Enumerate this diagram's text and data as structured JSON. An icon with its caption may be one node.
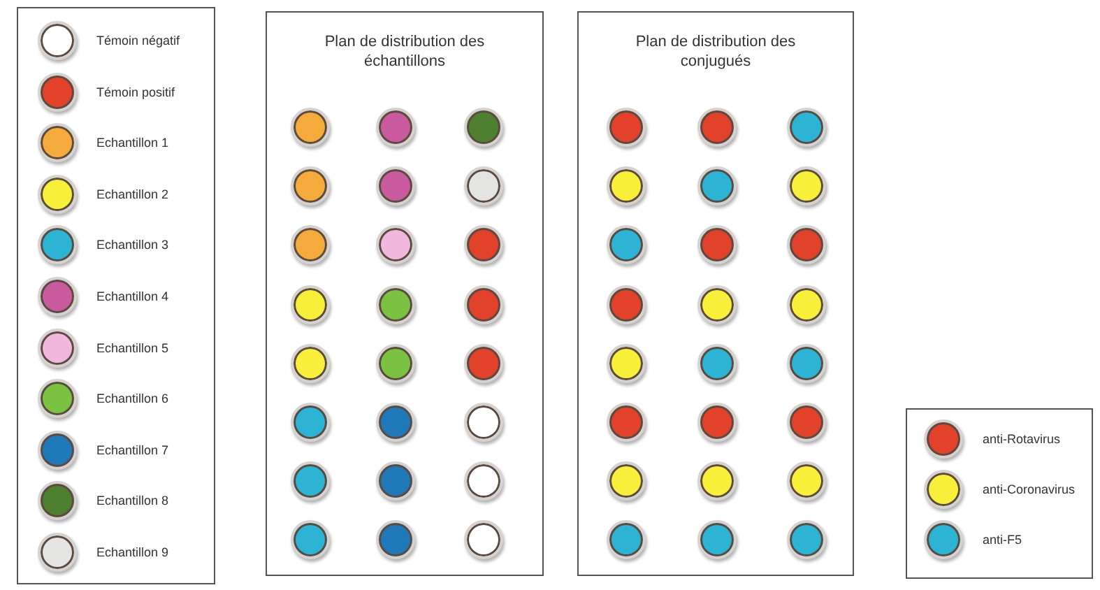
{
  "diagram": {
    "nodes": [
      {
        "text": [
          "Plan de distribution des échantillons"
        ]
      },
      {
        "text": [],
        "shape": "circle",
        "in": 0
      },
      {
        "text": [],
        "shape": "circle",
        "in": 0
      },
      {
        "text": [],
        "shape": "circle",
        "in": 0
      },
      {
        "text": [],
        "shape": "circle",
        "in": 0
      },
      {
        "text": [],
        "shape": "circle",
        "in": 0
      },
      {
        "text": [],
        "shape": "circle",
        "in": 0
      },
      {
        "text": [],
        "shape": "circle",
        "in": 0
      },
      {
        "text": [],
        "shape": "circle",
        "in": 0
      },
      {
        "text": [],
        "shape": "circle",
        "in": 0
      },
      {
        "text": [],
        "shape": "circle",
        "in": 0
      },
      {
        "text": [],
        "shape": "circle",
        "in": 0
      },
      {
        "text": [],
        "shape": "circle",
        "in": 0
      },
      {
        "text": [],
        "shape": "circle",
        "in": 0
      },
      {
        "text": [],
        "shape": "circle",
        "in": 0
      },
      {
        "text": [],
        "shape": "circle",
        "in": 0
      },
      {
        "text": [],
        "shape": "circle",
        "in": 0
      },
      {
        "text": [],
        "shape": "circle",
        "in": 0
      },
      {
        "text": [],
        "shape": "circle",
        "in": 0
      },
      {
        "text": [],
        "shape": "circle",
        "in": 0
      },
      {
        "text": [],
        "shape": "circle",
        "in": 0
      },
      {
        "text": [],
        "shape": "circle",
        "in": 0
      },
      {
        "text": [],
        "shape": "circle",
        "in": 0
      },
      {
        "text": [],
        "shape": "circle",
        "in": 0
      },
      {
        "text": [],
        "shape": "circle",
        "in": 0
      },
      {
        "text": [
          "Plan de distribution des conjugués"
        ]
      },
      {
        "text": [],
        "shape": "circle",
        "in": 25
      },
      {
        "text": [],
        "shape": "circle",
        "in": 25
      },
      {
        "text": [],
        "shape": "circle",
        "in": 25
      },
      {
        "text": [],
        "shape": "circle",
        "in": 25
      },
      {
        "text": [],
        "shape": "circle",
        "in": 25
      },
      {
        "text": [],
        "shape": "circle",
        "in": 25
      },
      {
        "text": [],
        "shape": "circle",
        "in": 25
      },
      {
        "text": [],
        "shape": "circle",
        "in": 25
      },
      {
        "text": [],
        "shape": "circle",
        "in": 25
      },
      {
        "text": [],
        "shape": "circle",
        "in": 25
      },
      {
        "text": [],
        "shape": "circle",
        "in": 25
      },
      {
        "text": [],
        "shape": "circle",
        "in": 25
      },
      {
        "text": [],
        "shape": "circle",
        "in": 25
      },
      {
        "text": [],
        "shape": "circle",
        "in": 25
      },
      {
        "text": [],
        "shape": "circle",
        "in": 25
      },
      {
        "text": [],
        "shape": "circle",
        "in": 25
      },
      {
        "text": [],
        "shape": "circle",
        "in": 25
      },
      {
        "text": [],
        "shape": "circle",
        "in": 25
      },
      {
        "text": [],
        "shape": "circle",
        "in": 25
      },
      {
        "text": [],
        "shape": "circle",
        "in": 25
      },
      {
        "text": [],
        "shape": "circle",
        "in": 25
      },
      {
        "text": [],
        "shape": "circle",
        "in": 25
      },
      {
        "text": [],
        "shape": "circle",
        "in": 25
      },
      {
        "text": [],
        "shape": "circle",
        "in": 25
      }
    ],
    "legend": [
      {
        "text": "Témoin négatif",
        "color": "#ffffff"
      },
      {
        "text": "Témoin positif",
        "color": "#e2412a"
      },
      {
        "text": "Echantillon 1",
        "color": "#f4ab3c"
      },
      {
        "text": "Echantillon 2",
        "color": "#f7ef3a"
      },
      {
        "text": "Echantillon 3",
        "color": "#2db3d3"
      },
      {
        "text": "Echantillon 4",
        "color": "#c95a9e"
      },
      {
        "text": "Echantillon 5",
        "color": "#f2b7dc"
      },
      {
        "text": "Echantillon 6",
        "color": "#7cc242"
      },
      {
        "text": "Echantillon 7",
        "color": "#1f78b8"
      },
      {
        "text": "Echantillon 8",
        "color": "#4e7f2e"
      },
      {
        "text": "Echantillon 9",
        "color": "#e4e4e2"
      },
      {
        "text": "anti-Rotavirus",
        "color": "#e2412a"
      },
      {
        "text": "anti-Coronavirus",
        "color": "#f7ef3a"
      },
      {
        "text": "anti-F5",
        "color": "#2db3d3"
      }
    ]
  }
}
